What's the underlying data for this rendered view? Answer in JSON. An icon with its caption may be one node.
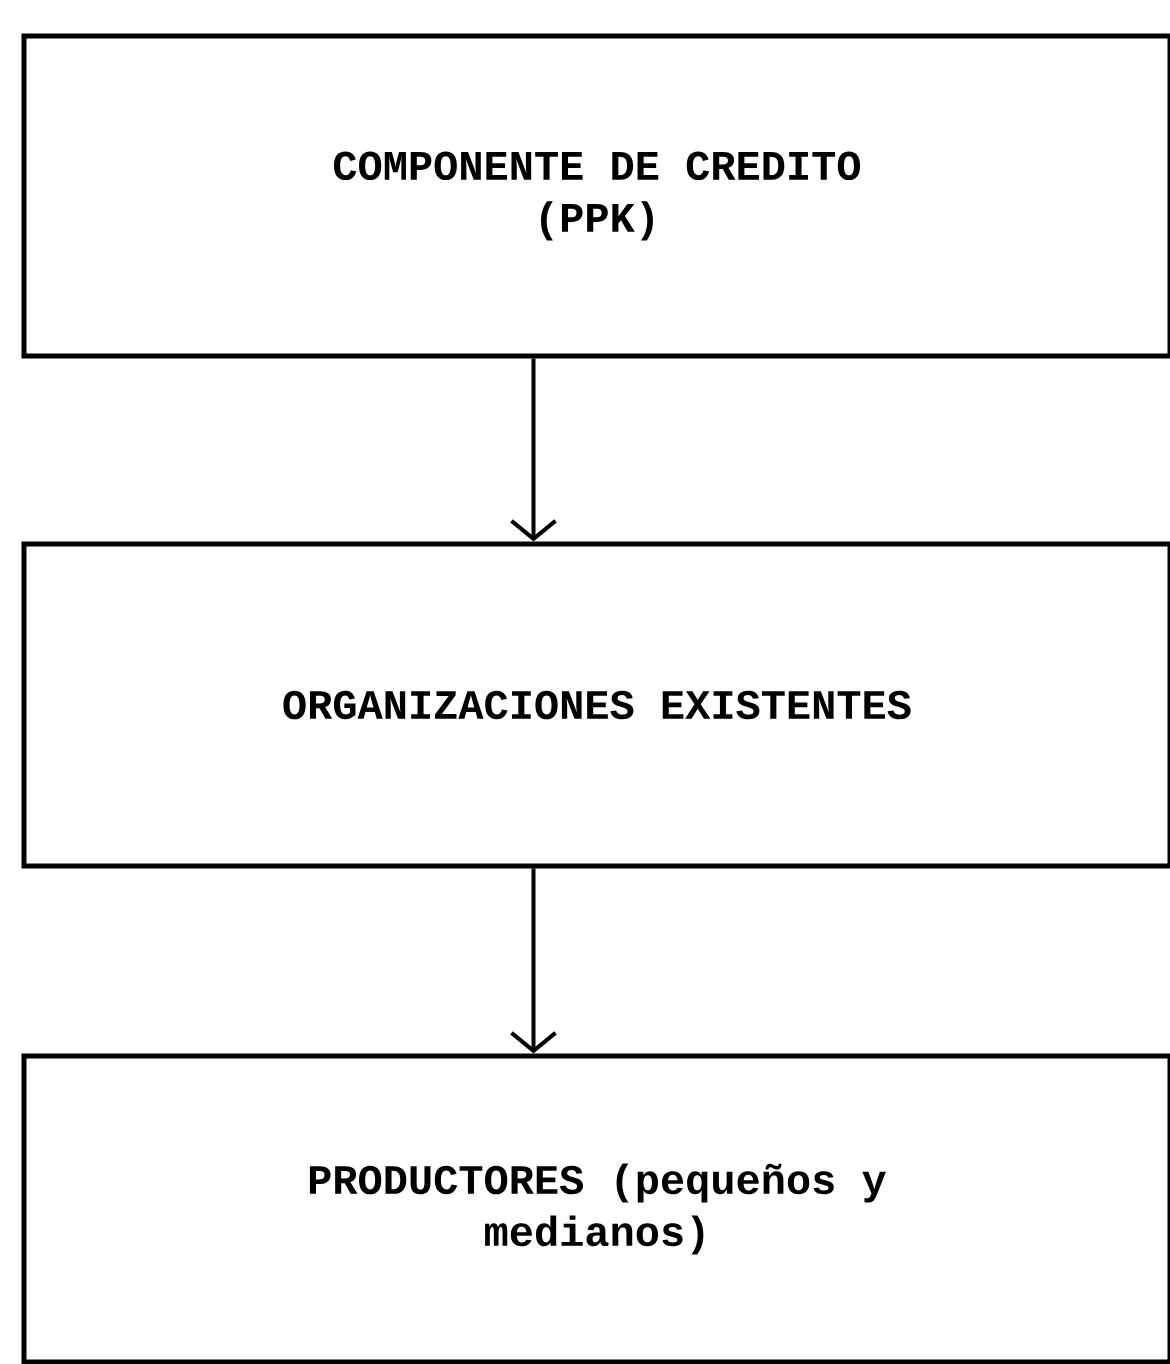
{
  "diagram": {
    "nodes": [
      {
        "text": [
          "COMPONENTE DE CREDITO (PPK)"
        ]
      },
      {
        "text": [
          "ORGANIZACIONES EXISTENTES"
        ]
      },
      {
        "text": [
          "PRODUCTORES (pequeños y medianos)"
        ]
      }
    ],
    "edges": [
      {
        "from": 0,
        "to": 1,
        "arrow": "to"
      },
      {
        "from": 1,
        "to": 2,
        "arrow": "to"
      }
    ]
  }
}
